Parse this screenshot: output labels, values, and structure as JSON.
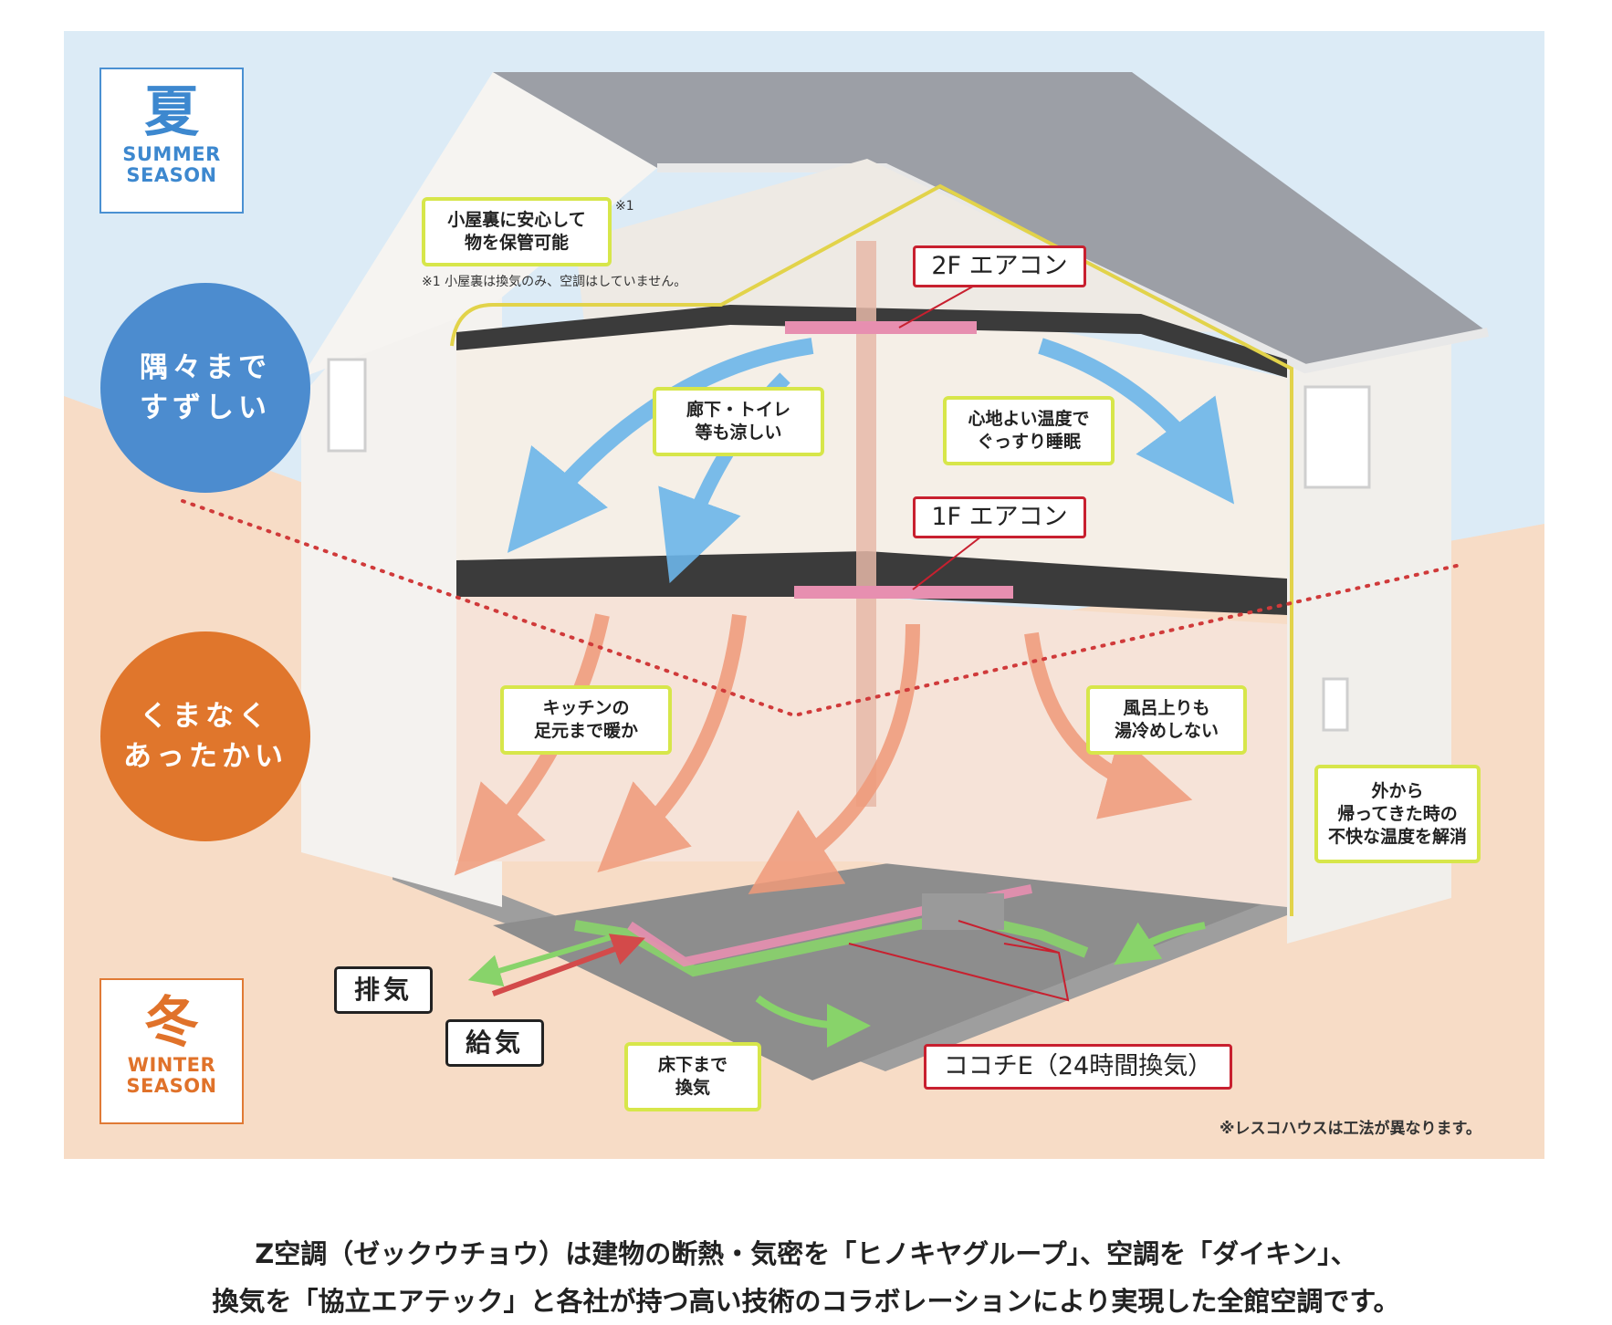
{
  "seasons": {
    "summer": {
      "kanji": "夏",
      "line1": "SUMMER",
      "line2": "SEASON",
      "color": "#3d88cf"
    },
    "winter": {
      "kanji": "冬",
      "line1": "WINTER",
      "line2": "SEASON",
      "color": "#e0722a"
    }
  },
  "circles": {
    "cool": "隅々まで\nすずしい",
    "warm": "くまなく\nあったかい"
  },
  "callouts": {
    "attic": "小屋裏に安心して\n物を保管可能",
    "attic_mark": "※1",
    "attic_note": "※1 小屋裏は換気のみ、空調はしていません。",
    "hallway": "廊下・トイレ\n等も涼しい",
    "bedroom": "心地よい温度で\nぐっすり睡眠",
    "kitchen": "キッチンの\n足元まで暖か",
    "bath": "風呂上りも\n湯冷めしない",
    "entrance": "外から\n帰ってきた時の\n不快な温度を解消",
    "underfloor": "床下まで\n換気"
  },
  "labels": {
    "ac_2f": "2F エアコン",
    "ac_1f": "1F エアコン",
    "kokochi": "ココチE（24時間換気）",
    "exhaust": "排気",
    "supply": "給気"
  },
  "footnote": "※レスコハウスは工法が異なります。",
  "description": {
    "line1": "Z空調（ゼックウチョウ）は建物の断熱・気密を「ヒノキヤグループ」、空調を「ダイキン」、",
    "line2": "換気を「協立エアテック」と各社が持つ高い技術のコラボレーションにより実現した全館空調です。"
  },
  "colors": {
    "sky": "#dcebf6",
    "ground": "#f7dcc6",
    "cool_arrow": "#6cb6ea",
    "warm_arrow": "#f09a7a",
    "fresh_air": "#88d36a",
    "red_line": "#c8202f",
    "callout_border": "#d7e64a"
  }
}
